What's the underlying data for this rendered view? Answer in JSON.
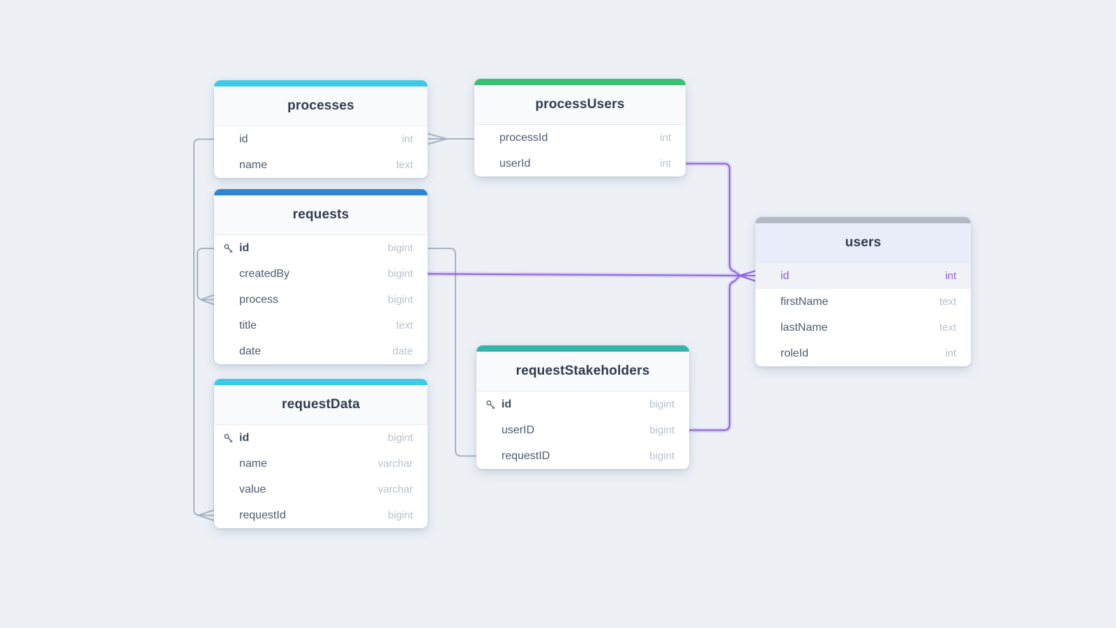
{
  "diagram_type": "database-entity-relationship",
  "colors": {
    "background": "#edf1f6",
    "table_body": "#ffffff",
    "table_header": "#f8fafc",
    "selected_header": "#e9edf9",
    "highlight_row": "#f1f2f8",
    "accent_cyan": "#3ec9e6",
    "accent_blue": "#2e86d2",
    "accent_green": "#3bbf72",
    "accent_teal": "#35b5a8",
    "accent_gray": "#b3bac4",
    "line_gray": "#a7b3c2",
    "line_purple": "#9166e8",
    "highlight_text": "#8b5cf6"
  },
  "tables": [
    {
      "title": "processes",
      "accent": "#3ec9e6",
      "fields": [
        {
          "name": "id",
          "type": "int",
          "key": false
        },
        {
          "name": "name",
          "type": "text",
          "key": false
        }
      ]
    },
    {
      "title": "processUsers",
      "accent": "#3bbf72",
      "fields": [
        {
          "name": "processId",
          "type": "int",
          "key": false
        },
        {
          "name": "userId",
          "type": "int",
          "key": false
        }
      ]
    },
    {
      "title": "requests",
      "accent": "#2e86d2",
      "fields": [
        {
          "name": "id",
          "type": "bigint",
          "key": true
        },
        {
          "name": "createdBy",
          "type": "bigint",
          "key": false
        },
        {
          "name": "process",
          "type": "bigint",
          "key": false
        },
        {
          "name": "title",
          "type": "text",
          "key": false
        },
        {
          "name": "date",
          "type": "date",
          "key": false
        }
      ]
    },
    {
      "title": "requestData",
      "accent": "#3ec9e6",
      "fields": [
        {
          "name": "id",
          "type": "bigint",
          "key": true
        },
        {
          "name": "name",
          "type": "varchar",
          "key": false
        },
        {
          "name": "value",
          "type": "varchar",
          "key": false
        },
        {
          "name": "requestId",
          "type": "bigint",
          "key": false
        }
      ]
    },
    {
      "title": "requestStakeholders",
      "accent": "#35b5a8",
      "fields": [
        {
          "name": "id",
          "type": "bigint",
          "key": true
        },
        {
          "name": "userID",
          "type": "bigint",
          "key": false
        },
        {
          "name": "requestID",
          "type": "bigint",
          "key": false
        }
      ]
    },
    {
      "title": "users",
      "accent": "#b3bac4",
      "selected": true,
      "fields": [
        {
          "name": "id",
          "type": "int",
          "key": false,
          "highlight": true
        },
        {
          "name": "firstName",
          "type": "text",
          "key": false
        },
        {
          "name": "lastName",
          "type": "text",
          "key": false
        },
        {
          "name": "roleId",
          "type": "int",
          "key": false
        }
      ]
    }
  ],
  "relationships": [
    {
      "from": "processUsers.processId",
      "to": "processes.id",
      "color": "gray",
      "crow_foot_at": "processes.id"
    },
    {
      "from": "requestData.requestId",
      "to": "processes.id",
      "color": "gray",
      "crow_foot_at": "requestData.requestId"
    },
    {
      "from": "requests.process",
      "to": "requests.id",
      "color": "gray",
      "crow_foot_at": "requests.process"
    },
    {
      "from": "requestStakeholders.requestID",
      "to": "requests.id",
      "color": "gray",
      "crow_foot_at": "none"
    },
    {
      "from": "processUsers.userId",
      "to": "users.id",
      "color": "purple",
      "crow_foot_at": "users.id"
    },
    {
      "from": "requests.createdBy",
      "to": "users.id",
      "color": "purple",
      "crow_foot_at": "users.id"
    },
    {
      "from": "requestStakeholders.userID",
      "to": "users.id",
      "color": "purple",
      "crow_foot_at": "users.id"
    }
  ]
}
